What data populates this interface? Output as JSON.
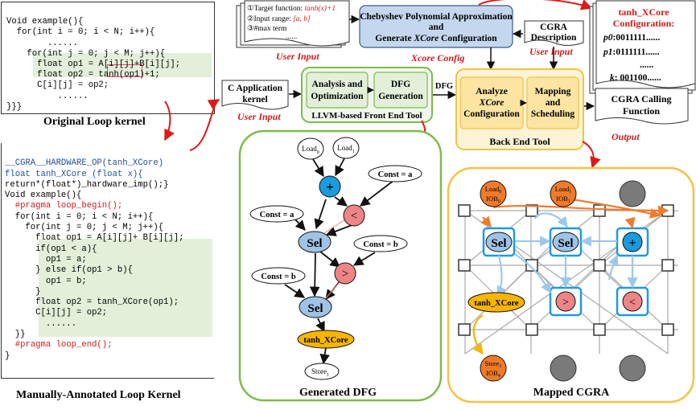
{
  "original_code": {
    "lines": [
      "Void example(){",
      "",
      "  for(int i = 0; i < N; i++){",
      "        ......",
      "    for(int j = 0; j < M; j++){",
      "      float op1 = A[i][j]+B[i][j];",
      "      float op2 = tanh(op1)+1;",
      "      C[i][j] = op2;",
      "          ......",
      "}}}"
    ],
    "caption": "Original Loop kernel"
  },
  "annotated_code": {
    "lines": [
      "__CGRA__HARDWARE_OP(tanh_XCore)",
      "float tanh_XCore (float x){",
      "return*(float*)_hardware_imp();}",
      "Void example(){",
      "  #pragma loop_begin();",
      "",
      "  for(int i = 0; i < N; i++){",
      "",
      "    for(int j = 0; j < M; j++){",
      "      float op1 = A[i][j]+ B[i][j];",
      "      if(op1 < a){",
      "        op1 = a;",
      "      } else if(op1 > b){",
      "        op1 = b;",
      "      }",
      "      float op2 = tanh_XCore(op1);",
      "      C[i][j] = op2;",
      "        ......",
      "  }}",
      "  #pragma loop_end();",
      "}"
    ],
    "caption": "Manually-Annotated Loop Kernel"
  },
  "user_input_doc": {
    "line1_prefix": "①Target function: ",
    "line1_value": "tanh(x)+1",
    "line2_prefix": "②Input range: ",
    "line2_value": "[a, b]",
    "line3": "③#max term",
    "line4": "......"
  },
  "chebyshev_box": {
    "line1": "Chebyshev Polynomial Approximation",
    "line2": "and",
    "line3_prefix": "Generate ",
    "line3_em": "XCore",
    "line3_suffix": " Configuration"
  },
  "cgra_desc": {
    "line1": "CGRA",
    "line2": "Description"
  },
  "xcore_config_doc": {
    "title1": "tanh_XCore",
    "title2": "Configuration:",
    "row1_label": "p0",
    "row1_value": ":0011111......",
    "row2_label": "p1",
    "row2_value": ":0111111......",
    "row3": "......",
    "row4_label": "k",
    "row4_value": ": 001100......"
  },
  "labels": {
    "user_input_1": "User Input",
    "xcore_config": "Xcore Config",
    "user_input_2": "User Input",
    "user_input_3": "User Input",
    "output": "Output",
    "dfg_arrow": "DFG"
  },
  "c_app_kernel": {
    "line1": "C Application",
    "line2": "kernel"
  },
  "frontend": {
    "box1_line1": "Analysis and",
    "box1_line2": "Optimization",
    "box2_line1": "DFG",
    "box2_line2": "Generation",
    "caption": "LLVM-based Front End Tool"
  },
  "backend": {
    "box1_line1": "Analyze",
    "box1_line2": "XCore",
    "box1_line3": "Configuration",
    "box2_line1": "Mapping",
    "box2_line2": "and",
    "box2_line3": "Scheduling",
    "caption": "Back End Tool"
  },
  "cgra_calling": {
    "line1": "CGRA Calling",
    "line2": "Function"
  },
  "dfg": {
    "load0": "Load",
    "load1": "Load",
    "const_a1": "Const = a",
    "const_a2": "Const = a",
    "const_b1": "Const = b",
    "const_b2": "Const = b",
    "add": "+",
    "lt": "<",
    "gt": ">",
    "sel1": "Sel",
    "sel2": "Sel",
    "tanh": "tanh_XCore",
    "store": "Store",
    "caption": "Generated DFG"
  },
  "mapped": {
    "load0": "Load",
    "iob0": "IOB",
    "load1": "Load",
    "iob1": "IOB",
    "sel1": "Sel",
    "sel2": "Sel",
    "add": "+",
    "gt": ">",
    "lt": "<",
    "tanh": "tanh_XCore",
    "store": "Store",
    "iob4": "IOB",
    "caption": "Mapped CGRA"
  },
  "colors": {
    "keyword_blue": "#1f4e9c",
    "annotation_red": "#d11a1a",
    "code_highlight": "#e3efd9",
    "frontend_green": "#7fba4f",
    "backend_yellow": "#f5c242",
    "chebyshev_blue": "#c5d7ee",
    "node_blue": "#1a9bdc",
    "node_pink": "#ee8486",
    "node_orange": "#f7b500",
    "io_orange": "#f07a2a",
    "pe_blue_border": "#1e9bde"
  }
}
